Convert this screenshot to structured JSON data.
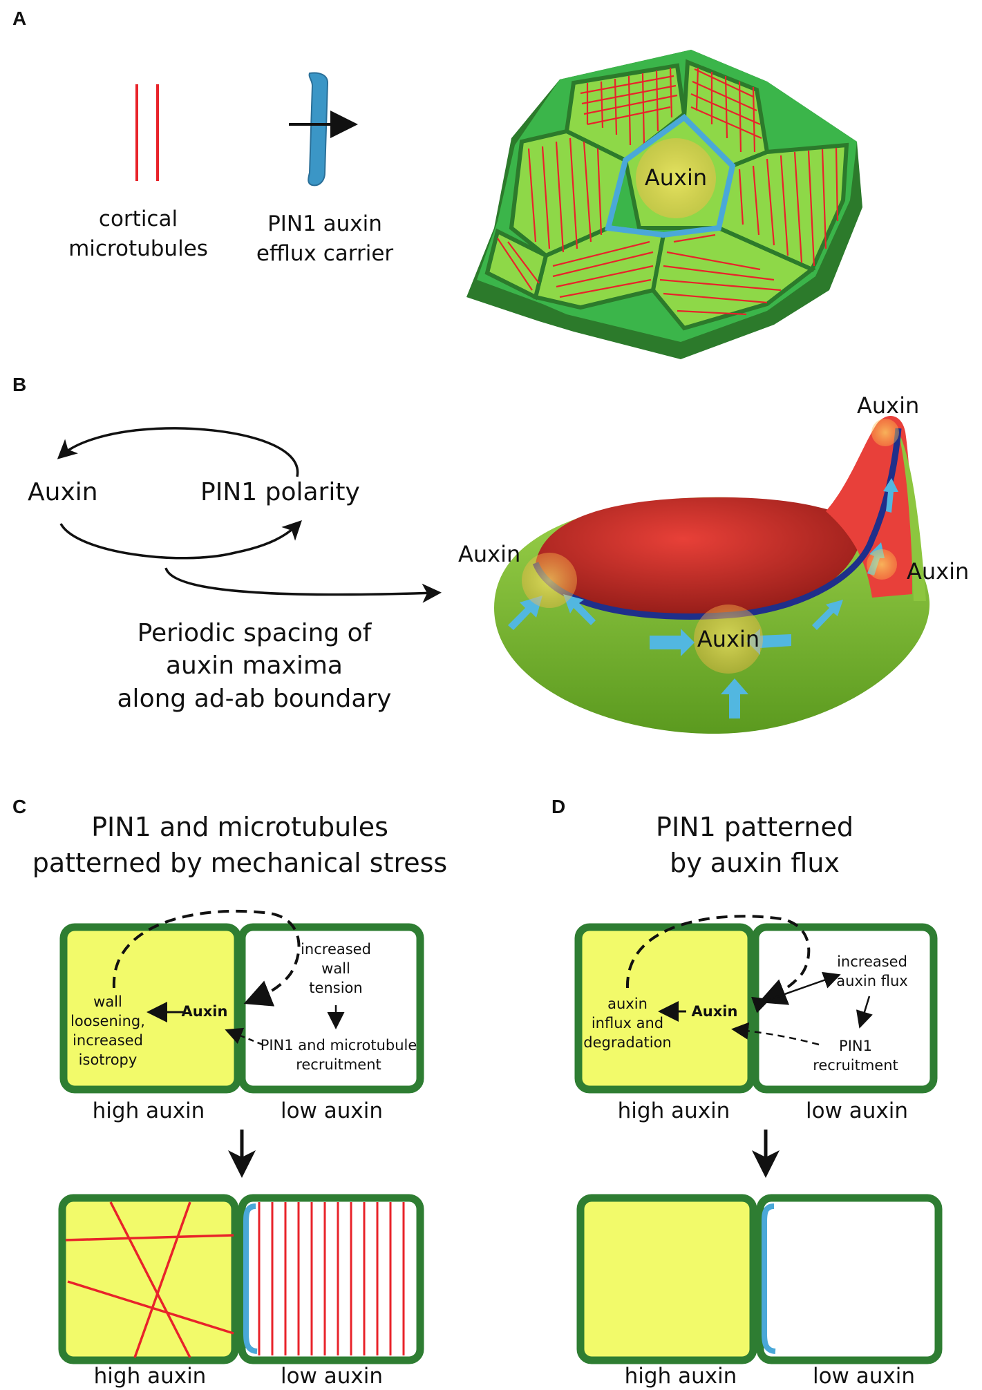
{
  "panels": {
    "a": {
      "letter": "A",
      "legend_microtubules": [
        "cortical",
        "microtubules"
      ],
      "legend_pin1": [
        "PIN1 auxin",
        "efflux carrier"
      ],
      "center_label": "Auxin"
    },
    "b": {
      "letter": "B",
      "auxin": "Auxin",
      "pin1_polarity": "PIN1 polarity",
      "spacing_text": [
        "Periodic spacing of",
        "auxin maxima",
        "along ad-ab boundary"
      ],
      "auxin_labels": [
        "Auxin",
        "Auxin",
        "Auxin",
        "Auxin"
      ]
    },
    "c": {
      "letter": "C",
      "title": [
        "PIN1 and microtubules",
        "patterned by mechanical stress"
      ],
      "left_cell_text": [
        "wall",
        "loosening,",
        "increased",
        "isotropy"
      ],
      "auxin_bold": "Auxin",
      "right_cell_top": [
        "increased",
        "wall",
        "tension"
      ],
      "right_cell_bottom": [
        "PIN1 and microtubule",
        "recruitment"
      ],
      "high": "high auxin",
      "low": "low auxin",
      "high2": "high auxin",
      "low2": "low auxin"
    },
    "d": {
      "letter": "D",
      "title": [
        "PIN1 patterned",
        "by auxin flux"
      ],
      "left_cell_text": [
        "auxin",
        "influx and",
        "degradation"
      ],
      "auxin_bold": "Auxin",
      "right_cell_top": [
        "increased",
        "auxin flux"
      ],
      "right_cell_bottom": [
        "PIN1",
        "recruitment"
      ],
      "high": "high auxin",
      "low": "low auxin",
      "high2": "high auxin",
      "low2": "low auxin"
    }
  },
  "colors": {
    "cell_wall": "#2e7d32",
    "cell_fill_light": "#7ed321",
    "high_auxin_fill": "#f2fa6a",
    "microtubule": "#e8232a",
    "pin1": "#4aa8d8",
    "leaf_red": "#d9302a",
    "leaf_green": "#8dc63f"
  }
}
